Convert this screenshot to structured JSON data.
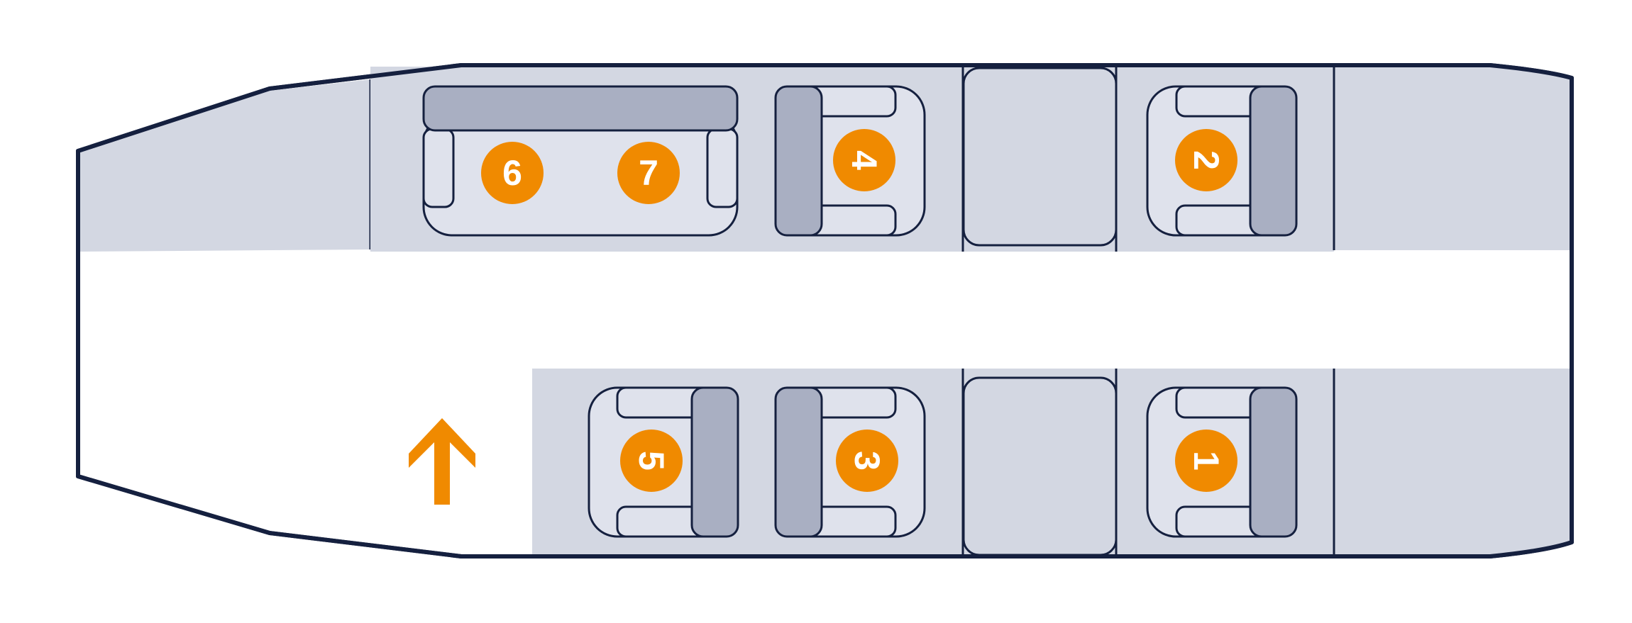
{
  "colors": {
    "outline": "#15203f",
    "cabin_panel": "#d3d7e2",
    "seat_fill": "#dfe2ec",
    "backrest": "#a9afc2",
    "accent": "#f08a00",
    "aisle": "#ffffff"
  },
  "seats": {
    "one": "1",
    "two": "2",
    "three": "3",
    "four": "4",
    "five": "5",
    "six": "6",
    "seven": "7"
  },
  "icons": {
    "direction_arrow": "arrow-up-icon"
  }
}
